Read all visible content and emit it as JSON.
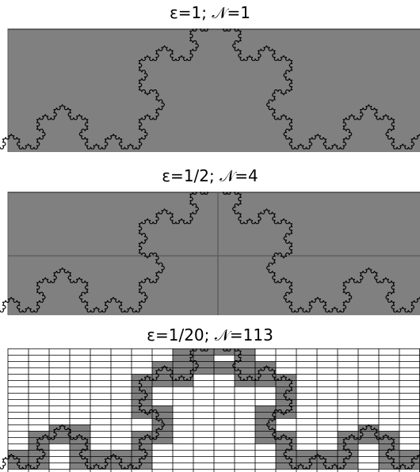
{
  "colors": {
    "fill": "#808080",
    "cell_line": "#000000",
    "grid_line": "#5f5f5f",
    "curve": "#000000",
    "background": "#ffffff"
  },
  "panels": [
    {
      "title": "ε=1; 𝒩=1"
    },
    {
      "title": "ε=1/2; 𝒩=4"
    },
    {
      "title": "ε=1/20; 𝒩=113"
    }
  ]
}
